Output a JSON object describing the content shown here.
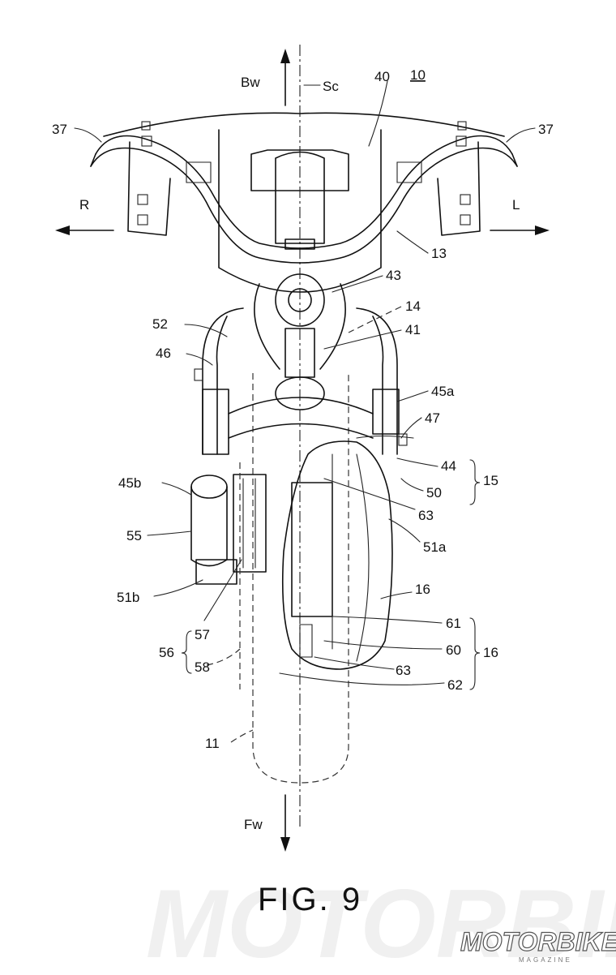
{
  "figure": {
    "caption": "FIG. 9",
    "directions": {
      "backward": "Bw",
      "forward": "Fw",
      "right": "R",
      "left": "L",
      "center_line": "Sc"
    },
    "labels": {
      "l10": "10",
      "l11": "11",
      "l13": "13",
      "l14": "14",
      "l15": "15",
      "l16a": "16",
      "l16b": "16",
      "l37a": "37",
      "l37b": "37",
      "l40": "40",
      "l41": "41",
      "l43": "43",
      "l44": "44",
      "l45a": "45a",
      "l45b": "45b",
      "l46": "46",
      "l47": "47",
      "l50": "50",
      "l51a": "51a",
      "l51b": "51b",
      "l52": "52",
      "l55": "55",
      "l56": "56",
      "l57": "57",
      "l58": "58",
      "l60": "60",
      "l61": "61",
      "l62": "62",
      "l63a": "63",
      "l63b": "63"
    }
  },
  "watermark": {
    "brand": "MOTORBIKE",
    "sub": "MAGAZINE",
    "ghost": "MOTORBIKE"
  }
}
